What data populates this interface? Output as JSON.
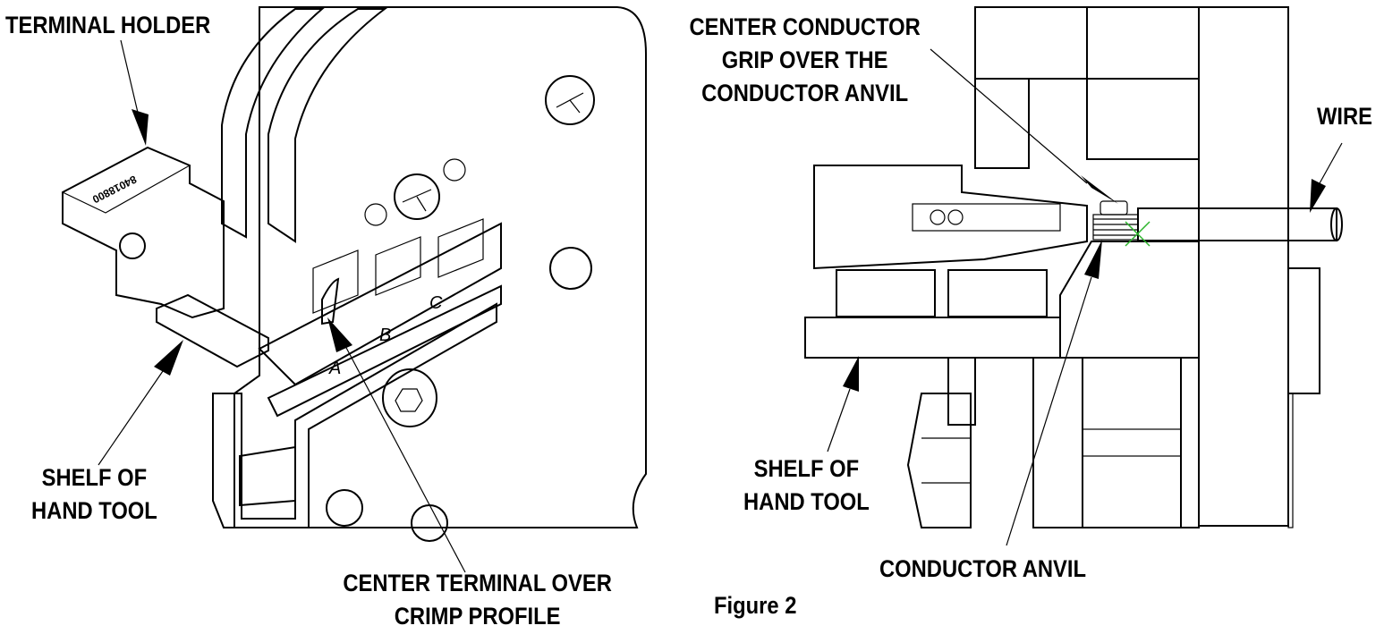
{
  "figure": {
    "caption": "Figure 2",
    "left_view": {
      "labels": {
        "terminal_holder": "TERMINAL HOLDER",
        "shelf_line1": "SHELF OF",
        "shelf_line2": "HAND TOOL",
        "center_terminal_line1": "CENTER TERMINAL OVER",
        "center_terminal_line2": "CRIMP PROFILE"
      },
      "part_number": "84018800",
      "crimp_cavities": [
        "A",
        "B",
        "C"
      ]
    },
    "right_view": {
      "labels": {
        "grip_line1": "CENTER CONDUCTOR",
        "grip_line2": "GRIP OVER THE",
        "grip_line3": "CONDUCTOR ANVIL",
        "wire": "WIRE",
        "shelf_line1": "SHELF OF",
        "shelf_line2": "HAND TOOL",
        "conductor_anvil": "CONDUCTOR ANVIL"
      }
    },
    "colors": {
      "ink": "#000000",
      "part_gray": "#c8c8c8",
      "dark_gray": "#8a8a8a",
      "light_gray": "#e6e6e6",
      "marker_green": "#2db52d"
    }
  }
}
